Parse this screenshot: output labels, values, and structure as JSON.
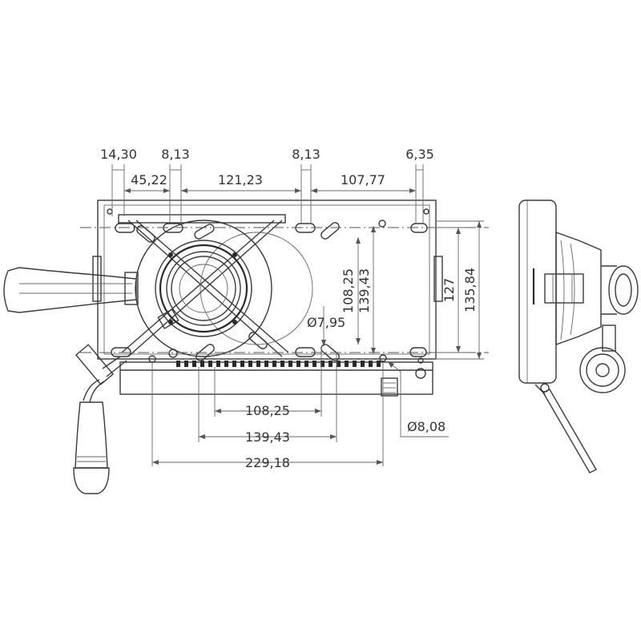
{
  "top_dimensions": {
    "d1": "14,30",
    "d2": "8,13",
    "d3": "8,13",
    "d4": "6,35",
    "d5": "45,22",
    "d6": "121,23",
    "d7": "107,77"
  },
  "vertical_dimensions": {
    "v1": "108,25",
    "v2": "139,43",
    "v3": "127",
    "v4": "135,84"
  },
  "bottom_dimensions": {
    "b1": "108,25",
    "b2": "139,43",
    "b3": "229,18"
  },
  "hole_dimensions": {
    "h1": "Ø7,95",
    "h2": "Ø8,08"
  },
  "colors": {
    "line": "#3a3a3a",
    "background": "#ffffff"
  }
}
